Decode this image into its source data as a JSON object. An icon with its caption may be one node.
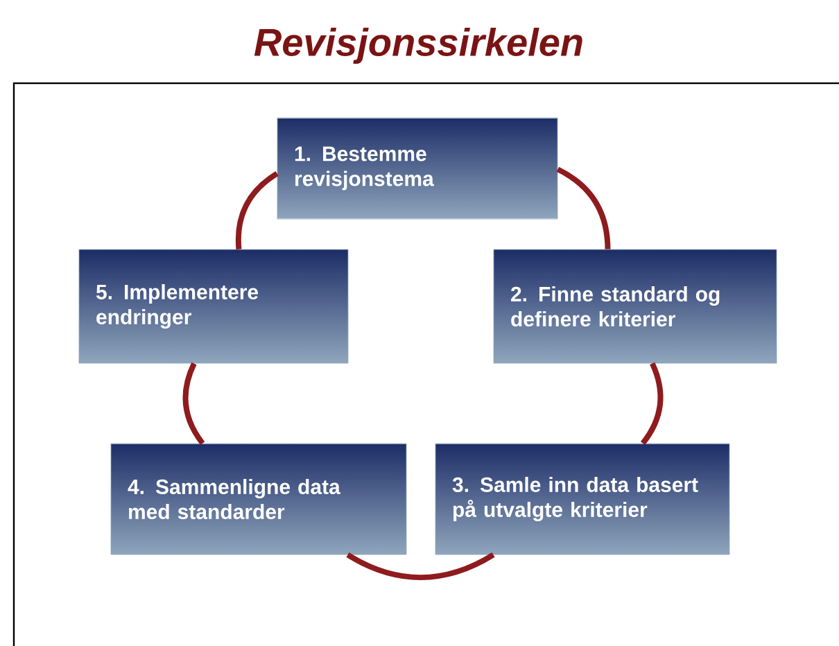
{
  "diagram": {
    "title": "Revisjonssirkelen",
    "nodes": [
      {
        "text": [
          "1. Bestemme revisjonstema"
        ]
      },
      {
        "text": [
          "2. Finne standard og definere kriterier"
        ]
      },
      {
        "text": [
          "3. Samle inn data basert på utvalgte kriterier"
        ]
      },
      {
        "text": [
          "4. Sammenligne data med standarder"
        ]
      },
      {
        "text": [
          "5. Implementere endringer"
        ]
      }
    ],
    "edges": [
      {
        "from": 0,
        "to": 1,
        "arrow": "none"
      },
      {
        "from": 1,
        "to": 2,
        "arrow": "none"
      },
      {
        "from": 2,
        "to": 3,
        "arrow": "none"
      },
      {
        "from": 3,
        "to": 4,
        "arrow": "none"
      },
      {
        "from": 4,
        "to": 0,
        "arrow": "none"
      }
    ]
  }
}
